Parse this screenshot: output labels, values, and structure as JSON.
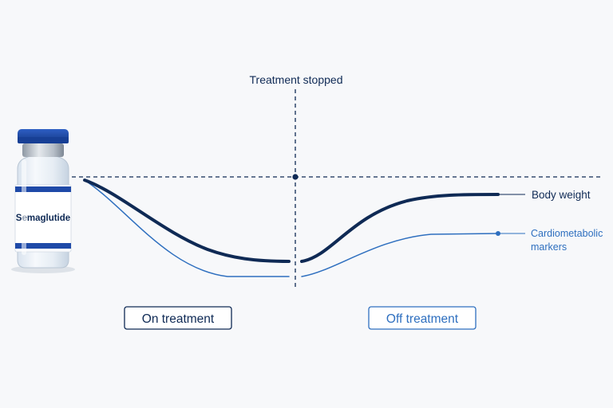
{
  "vial": {
    "label": "Semaglutide"
  },
  "annotation": {
    "stop_label": "Treatment stopped"
  },
  "series": {
    "body_weight": {
      "label": "Body weight",
      "color": "#0f2a55"
    },
    "cardiometabolic": {
      "label_line1": "Cardiometabolic",
      "label_line2": "markers",
      "color": "#2e6fbf"
    }
  },
  "phases": {
    "on_treatment": "On treatment",
    "off_treatment": "Off treatment"
  },
  "colors": {
    "navy": "#0f2a55",
    "blue": "#2e6fbf",
    "vial_cap": "#1f4aa8",
    "background": "#f7f8fa"
  }
}
